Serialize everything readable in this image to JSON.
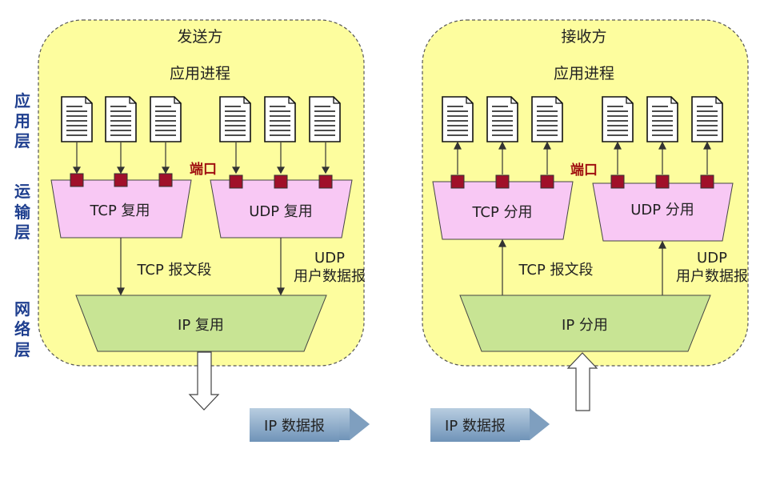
{
  "side_labels": {
    "app": [
      "应",
      "用",
      "层"
    ],
    "transport": [
      "运",
      "输",
      "层"
    ],
    "network": [
      "网",
      "络",
      "层"
    ]
  },
  "sender": {
    "title": "发送方",
    "app_process": "应用进程",
    "port_label": "端口",
    "tcp_box": "TCP 复用",
    "udp_box": "UDP 复用",
    "tcp_segment": "TCP 报文段",
    "udp_line1": "UDP",
    "udp_line2": "用户数据报",
    "ip_box": "IP 复用"
  },
  "receiver": {
    "title": "接收方",
    "app_process": "应用进程",
    "port_label": "端口",
    "tcp_box": "TCP 分用",
    "udp_box": "UDP 分用",
    "tcp_segment": "TCP 报文段",
    "udp_line1": "UDP",
    "udp_line2": "用户数据报",
    "ip_box": "IP 分用"
  },
  "datagrams": [
    "IP 数据报",
    "IP 数据报"
  ],
  "colors": {
    "panel_fill": "#fdfd9e",
    "trap_fill": "#f8c8f4",
    "ip_fill": "#c8e494",
    "port_fill": "#a0102a",
    "side_text": "#1f3f8f",
    "port_text": "#a01010",
    "arrow_fill": "#7f9fbf"
  },
  "icons": [
    "document-icon"
  ]
}
